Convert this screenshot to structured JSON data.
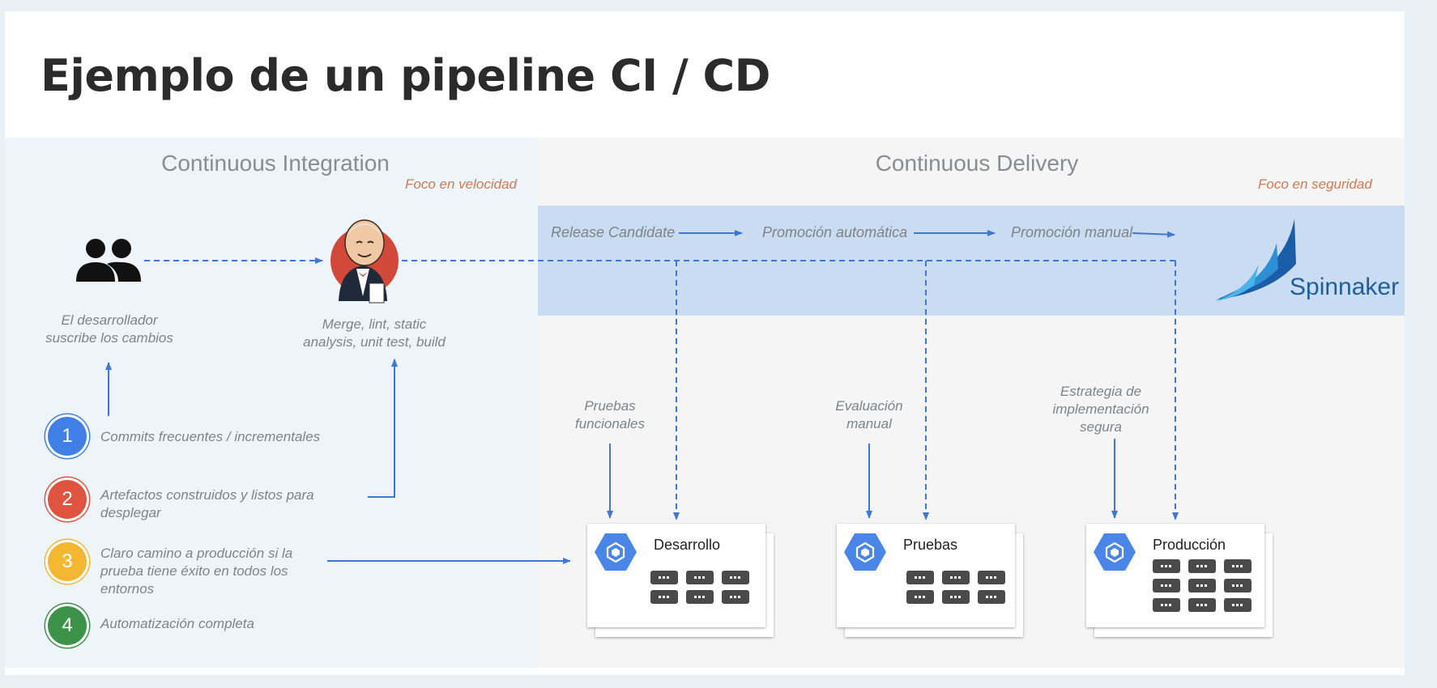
{
  "slide_title": "Ejemplo de un pipeline CI / CD",
  "sections": {
    "ci": {
      "title": "Continuous Integration",
      "focus": "Foco en velocidad"
    },
    "cd": {
      "title": "Continuous Delivery",
      "focus": "Foco en seguridad"
    }
  },
  "stages": [
    "Release Candidate",
    "Promoción automática",
    "Promoción manual"
  ],
  "developer": {
    "caption_line1": "El desarrollador",
    "caption_line2": "suscribe los cambios"
  },
  "jenkins": {
    "caption_line1": "Merge, lint, static",
    "caption_line2": "analysis, unit test, build"
  },
  "spinnaker": {
    "label": "Spinnaker"
  },
  "steps": [
    {
      "number": "1",
      "text": "Commits frecuentes / incrementales",
      "color": "#3f7fe6"
    },
    {
      "number": "2",
      "text": "Artefactos construidos y listos para desplegar",
      "color": "#e0533e"
    },
    {
      "number": "3",
      "text": "Claro camino a producción si la prueba tiene éxito en todos los entornos",
      "color": "#f4b731"
    },
    {
      "number": "4",
      "text": "Automatización completa",
      "color": "#3d9249"
    }
  ],
  "annotations": {
    "pruebas_funcionales": {
      "line1": "Pruebas",
      "line2": "funcionales"
    },
    "evaluacion_manual": {
      "line1": "Evaluación",
      "line2": "manual"
    },
    "estrategia": {
      "line1": "Estrategia de",
      "line2": "implementación",
      "line3": "segura"
    }
  },
  "environments": [
    {
      "name": "Desarrollo",
      "server_count": 6
    },
    {
      "name": "Pruebas",
      "server_count": 6
    },
    {
      "name": "Producción",
      "server_count": 9
    }
  ],
  "colors": {
    "arrow": "#3c78d8",
    "band": "#cadcf2",
    "focus": "#d07a52",
    "hexagon": "#4a86e8"
  }
}
